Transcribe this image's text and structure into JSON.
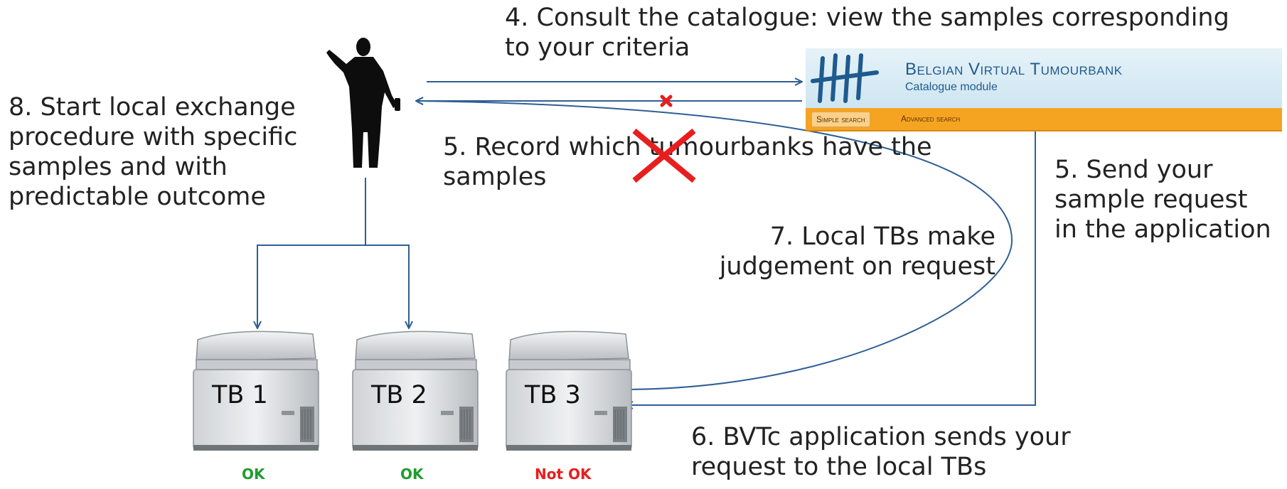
{
  "colors": {
    "arrow": "#2f5f95",
    "cross": "#e81e1e",
    "ok": "#1e9d2f",
    "not_ok": "#e81e1e"
  },
  "steps": {
    "consult": "4. Consult the catalogue: view the samples corresponding to your criteria",
    "consult_line1": "4. Consult the catalogue: view the samples corresponding",
    "consult_line2": "to your criteria",
    "record_line1": "5. Record which tumourbanks have the",
    "record_line2": "samples",
    "send_line1": "5. Send your",
    "send_line2": "sample request",
    "send_line3": "in the application",
    "judge_line1": "7. Local TBs make",
    "judge_line2": "judgement on request",
    "start_line1": "8. Start local exchange",
    "start_line2": "procedure with specific",
    "start_line3": "samples and with",
    "start_line4": "predictable outcome",
    "bvtc_line1": "6. BVTc application sends your",
    "bvtc_line2": "request to the local TBs"
  },
  "banner": {
    "title": "Belgian Virtual Tumourbank",
    "subtitle": "Catalogue module",
    "tabs": [
      "Simple search",
      "Advanced search"
    ]
  },
  "tumourbanks": [
    {
      "label": "TB 1",
      "status": "OK",
      "ok": true
    },
    {
      "label": "TB 2",
      "status": "OK",
      "ok": true
    },
    {
      "label": "TB 3",
      "status": "Not OK",
      "ok": false
    }
  ],
  "icons": {
    "researcher": "person-silhouette-icon",
    "logo": "tally-marks-logo-icon",
    "freezer": "chest-freezer-icon",
    "cross": "red-cross-icon"
  }
}
